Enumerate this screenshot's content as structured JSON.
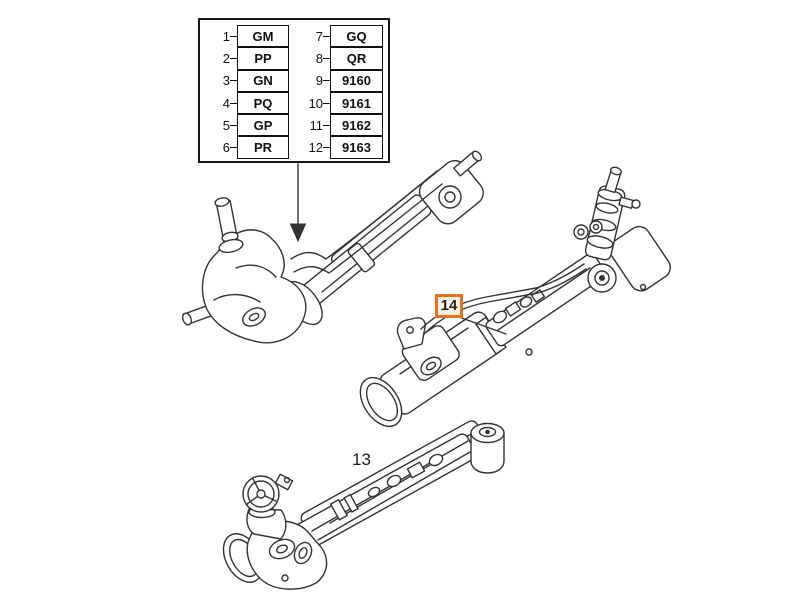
{
  "legend": {
    "left": [
      {
        "num": "1",
        "code": "GM"
      },
      {
        "num": "2",
        "code": "PP"
      },
      {
        "num": "3",
        "code": "GN"
      },
      {
        "num": "4",
        "code": "PQ"
      },
      {
        "num": "5",
        "code": "GP"
      },
      {
        "num": "6",
        "code": "PR"
      }
    ],
    "right": [
      {
        "num": "7",
        "code": "GQ"
      },
      {
        "num": "8",
        "code": "QR"
      },
      {
        "num": "9",
        "code": "9160"
      },
      {
        "num": "10",
        "code": "9161"
      },
      {
        "num": "11",
        "code": "9162"
      },
      {
        "num": "12",
        "code": "9163"
      }
    ]
  },
  "labels": {
    "part13": "13",
    "part14": "14"
  },
  "colors": {
    "highlight": "#E8731D",
    "line": "#333333"
  }
}
